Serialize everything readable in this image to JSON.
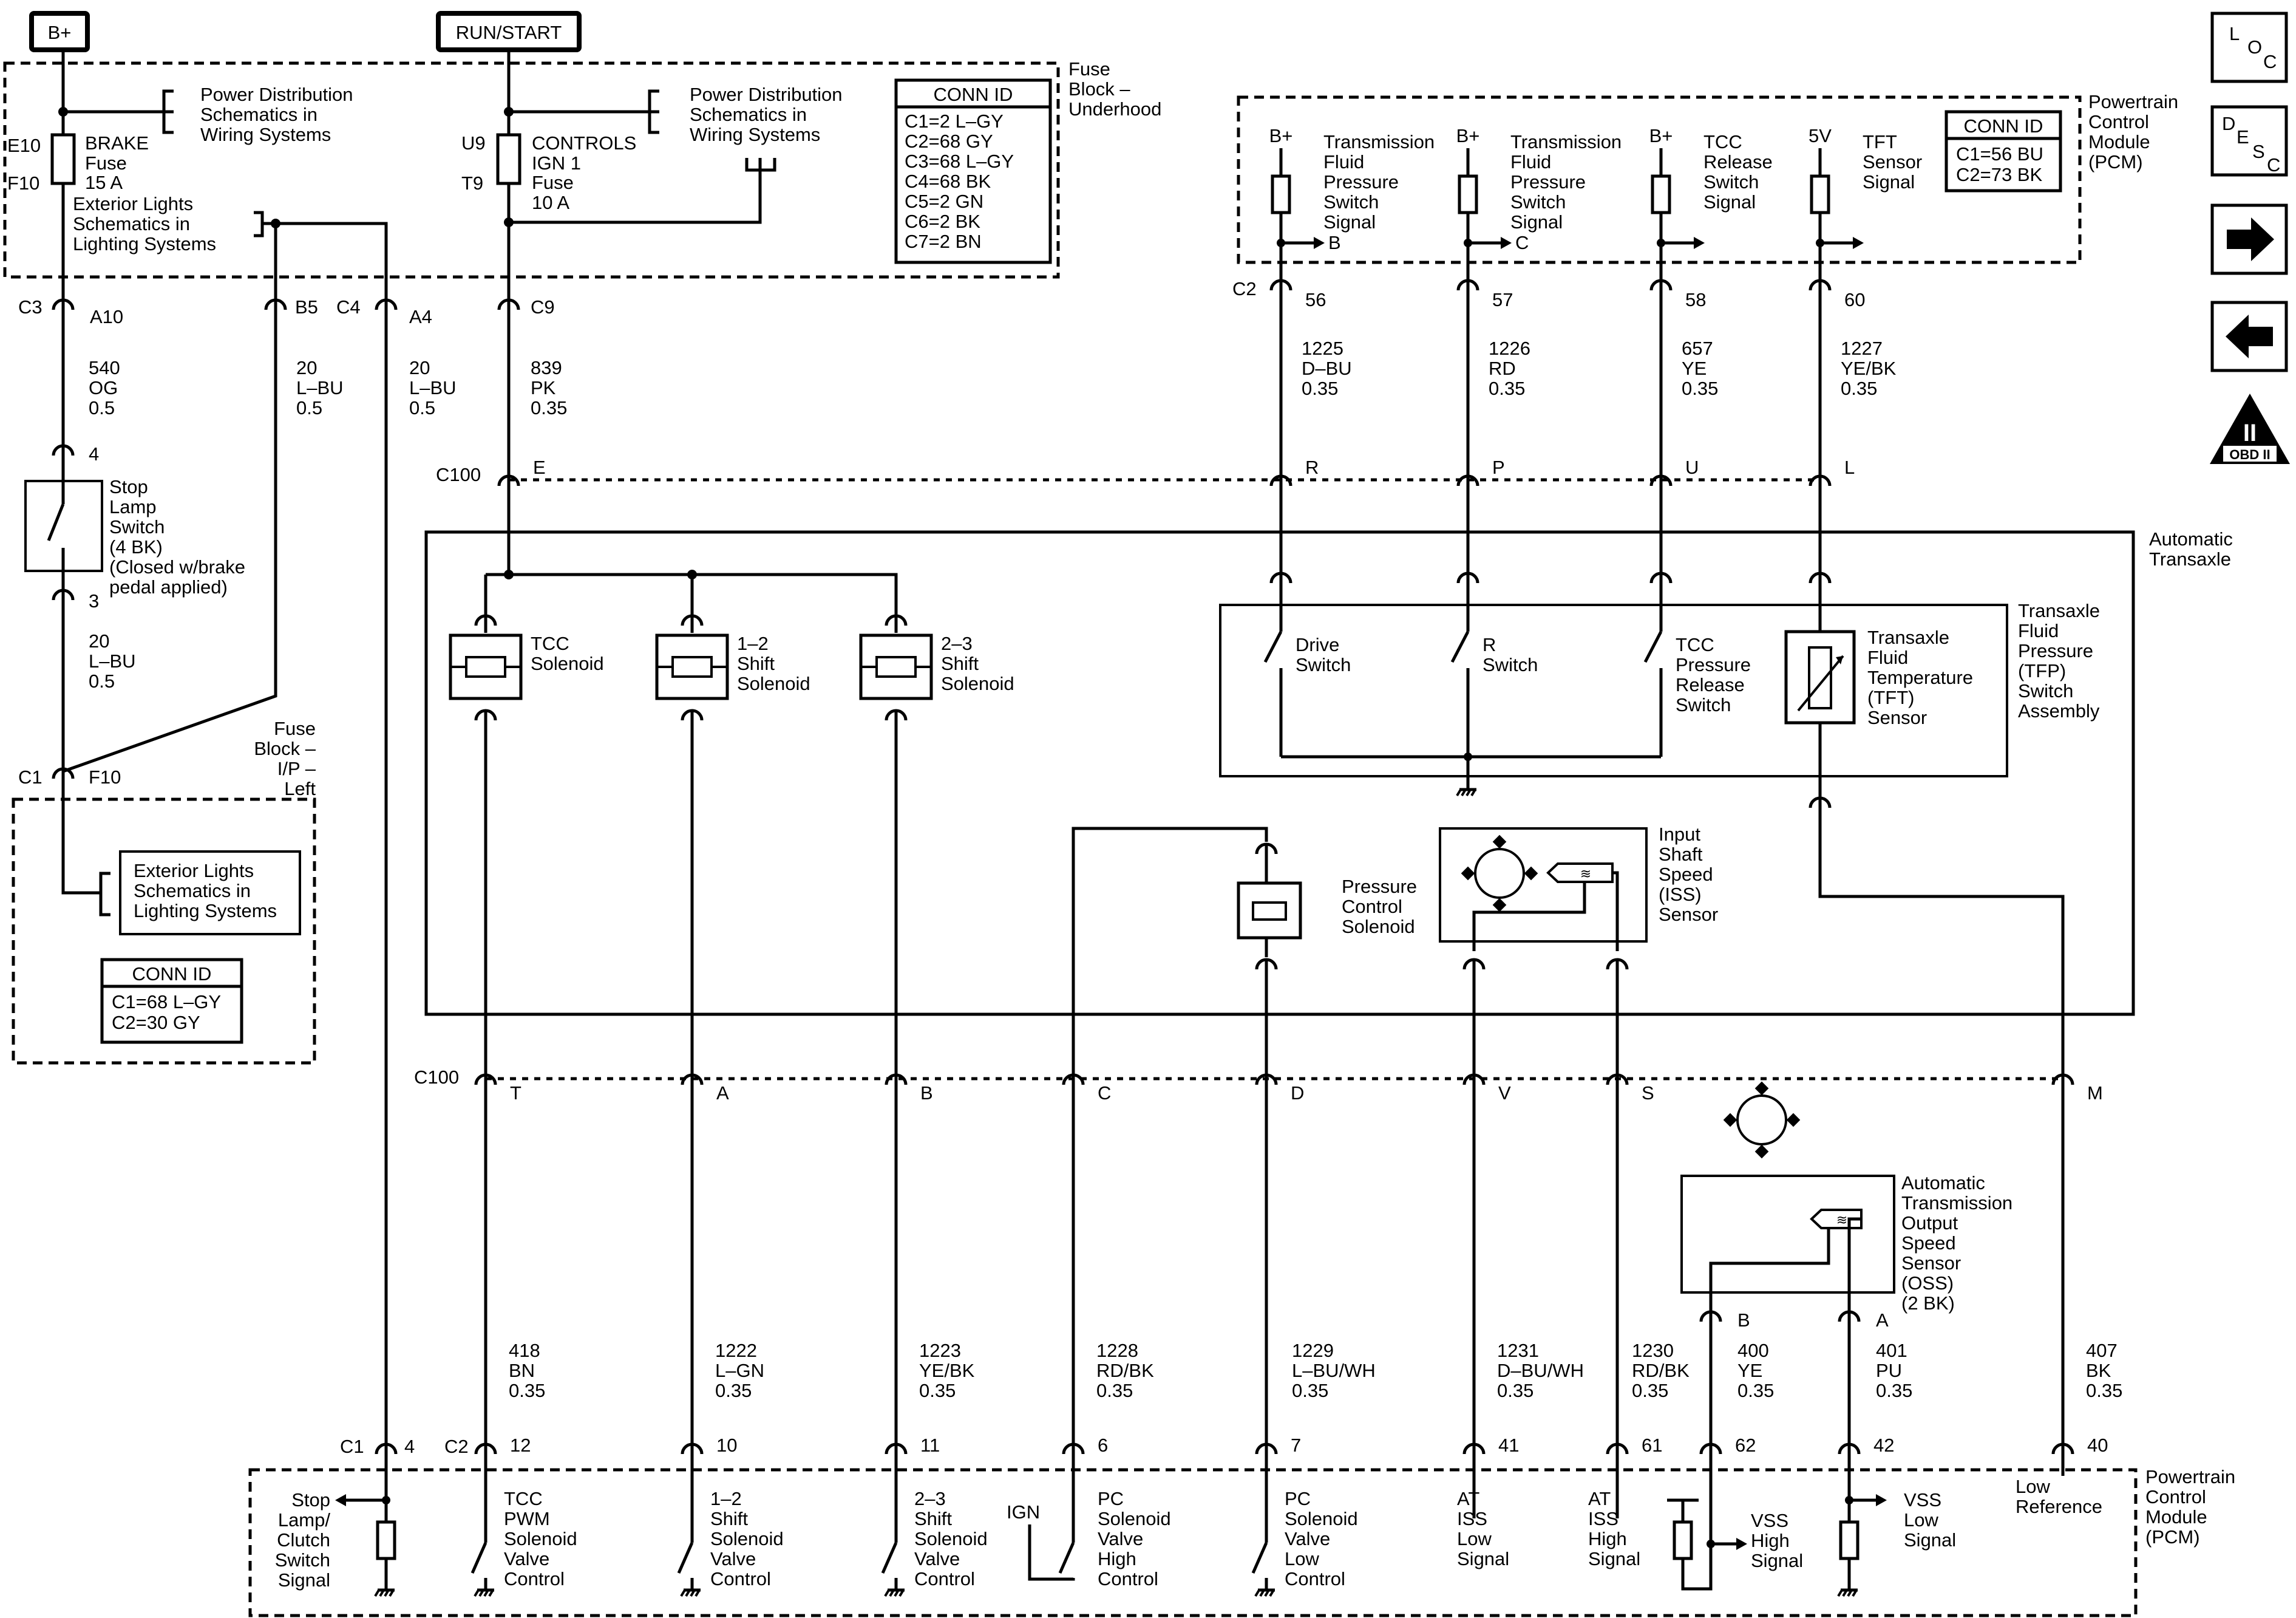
{
  "power": {
    "b_plus": "B+",
    "run_start": "RUN/START"
  },
  "nav": {
    "loc": [
      "L",
      "O",
      "C"
    ],
    "desc": [
      "D",
      "E",
      "S",
      "C"
    ],
    "obd_roman": "II",
    "obd_label": "OBD II",
    "next_icon": "arrow-right-icon",
    "prev_icon": "arrow-left-icon"
  },
  "fuse_block_underhood": {
    "label": [
      "Fuse",
      "Block –",
      "Underhood"
    ],
    "brake_fuse": {
      "pins": [
        "E10",
        "F10"
      ],
      "label": [
        "BRAKE",
        "Fuse",
        "15 A"
      ]
    },
    "controls_fuse": {
      "pins": [
        "U9",
        "T9"
      ],
      "label": [
        "CONTROLS",
        "IGN 1",
        "Fuse",
        "10 A"
      ]
    },
    "power_dist_ref_1": [
      "Power Distribution",
      "Schematics in",
      "Wiring Systems"
    ],
    "power_dist_ref_2": [
      "Power Distribution",
      "Schematics in",
      "Wiring Systems"
    ],
    "ext_lights_ref": [
      "Exterior Lights",
      "Schematics in",
      "Lighting Systems"
    ],
    "conn_id": {
      "title": "CONN ID",
      "rows": [
        "C1=2 L–GY",
        "C2=68 GY",
        "C3=68 L–GY",
        "C4=68 BK",
        "C5=2 GN",
        "C6=2 BK",
        "C7=2 BN"
      ]
    }
  },
  "upper_left_connectors": {
    "c3": "C3",
    "a10": "A10",
    "b5": "B5",
    "c4": "C4",
    "a4": "A4",
    "c9": "C9"
  },
  "wires_upper_left": [
    {
      "circuit": "540",
      "color": "OG",
      "size": "0.5"
    },
    {
      "circuit": "20",
      "color": "L–BU",
      "size": "0.5"
    },
    {
      "circuit": "20",
      "color": "L–BU",
      "size": "0.5"
    },
    {
      "circuit": "839",
      "color": "PK",
      "size": "0.35"
    }
  ],
  "stop_lamp_switch": {
    "pin_top": "4",
    "pin_bottom": "3",
    "label": [
      "Stop",
      "Lamp",
      "Switch",
      "(4 BK)",
      "(Closed w/brake",
      "pedal applied)"
    ]
  },
  "wire_stop_lamp_lower": {
    "circuit": "20",
    "color": "L–BU",
    "size": "0.5"
  },
  "fuse_block_ip": {
    "label": [
      "Fuse",
      "Block –",
      "I/P –",
      "Left"
    ],
    "c1": "C1",
    "f10": "F10",
    "ext_lights_ref": [
      "Exterior Lights",
      "Schematics in",
      "Lighting Systems"
    ],
    "conn_id": {
      "title": "CONN ID",
      "rows": [
        "C1=68 L–GY",
        "C2=30 GY"
      ]
    }
  },
  "pcm_top": {
    "label": [
      "Powertrain",
      "Control",
      "Module",
      "(PCM)"
    ],
    "conn_id": {
      "title": "CONN ID",
      "rows": [
        "C1=56 BU",
        "C2=73 BK"
      ]
    },
    "c2": "C2",
    "signals": [
      {
        "supply": "B+",
        "name": [
          "Transmission",
          "Fluid",
          "Pressure",
          "Switch",
          "Signal"
        ],
        "arrow_label": "B",
        "pin": "56"
      },
      {
        "supply": "B+",
        "name": [
          "Transmission",
          "Fluid",
          "Pressure",
          "Switch",
          "Signal"
        ],
        "arrow_label": "C",
        "pin": "57"
      },
      {
        "supply": "B+",
        "name": [
          "TCC",
          "Release",
          "Switch",
          "Signal"
        ],
        "arrow_label": "",
        "pin": "58"
      },
      {
        "supply": "5V",
        "name": [
          "TFT",
          "Sensor",
          "Signal"
        ],
        "arrow_label": "",
        "pin": "60"
      }
    ]
  },
  "wires_upper_right": [
    {
      "circuit": "1225",
      "color": "D–BU",
      "size": "0.35"
    },
    {
      "circuit": "1226",
      "color": "RD",
      "size": "0.35"
    },
    {
      "circuit": "657",
      "color": "YE",
      "size": "0.35"
    },
    {
      "circuit": "1227",
      "color": "YE/BK",
      "size": "0.35"
    }
  ],
  "c100_top": {
    "name": "C100",
    "pins": [
      "E",
      "R",
      "P",
      "U",
      "L"
    ]
  },
  "automatic_transaxle": {
    "label": [
      "Automatic",
      "Transaxle"
    ],
    "solenoids": [
      {
        "name": [
          "TCC",
          "Solenoid"
        ]
      },
      {
        "name": [
          "1–2",
          "Shift",
          "Solenoid"
        ]
      },
      {
        "name": [
          "2–3",
          "Shift",
          "Solenoid"
        ]
      }
    ],
    "tfp_assembly": {
      "label": [
        "Transaxle",
        "Fluid",
        "Pressure",
        "(TFP)",
        "Switch",
        "Assembly"
      ],
      "switches": [
        [
          "Drive",
          "Switch"
        ],
        [
          "R",
          "Switch"
        ],
        [
          "TCC",
          "Pressure",
          "Release",
          "Switch"
        ]
      ],
      "tft_sensor": [
        "Transaxle",
        "Fluid",
        "Temperature",
        "(TFT)",
        "Sensor"
      ]
    },
    "pc_solenoid": [
      "Pressure",
      "Control",
      "Solenoid"
    ],
    "iss_sensor": [
      "Input",
      "Shaft",
      "Speed",
      "(ISS)",
      "Sensor"
    ]
  },
  "c100_bottom": {
    "name": "C100",
    "pins": [
      "T",
      "A",
      "B",
      "C",
      "D",
      "V",
      "S",
      "M"
    ]
  },
  "oss_sensor": {
    "label": [
      "Automatic",
      "Transmission",
      "Output",
      "Speed",
      "Sensor",
      "(OSS)",
      "(2 BK)"
    ],
    "pin_b": "B",
    "pin_a": "A"
  },
  "wires_lower": [
    {
      "circuit": "418",
      "color": "BN",
      "size": "0.35"
    },
    {
      "circuit": "1222",
      "color": "L–GN",
      "size": "0.35"
    },
    {
      "circuit": "1223",
      "color": "YE/BK",
      "size": "0.35"
    },
    {
      "circuit": "1228",
      "color": "RD/BK",
      "size": "0.35"
    },
    {
      "circuit": "1229",
      "color": "L–BU/WH",
      "size": "0.35"
    },
    {
      "circuit": "1231",
      "color": "D–BU/WH",
      "size": "0.35"
    },
    {
      "circuit": "1230",
      "color": "RD/BK",
      "size": "0.35"
    },
    {
      "circuit": "400",
      "color": "YE",
      "size": "0.35"
    },
    {
      "circuit": "401",
      "color": "PU",
      "size": "0.35"
    },
    {
      "circuit": "407",
      "color": "BK",
      "size": "0.35"
    }
  ],
  "pcm_bottom": {
    "label": [
      "Powertrain",
      "Control",
      "Module",
      "(PCM)"
    ],
    "c1": "C1",
    "c1_pin": "4",
    "c2": "C2",
    "pins": [
      "12",
      "10",
      "11",
      "6",
      "7",
      "41",
      "61",
      "62",
      "42",
      "40"
    ],
    "ign": "IGN",
    "signals": [
      [
        "Stop",
        "Lamp/",
        "Clutch",
        "Switch",
        "Signal"
      ],
      [
        "TCC",
        "PWM",
        "Solenoid",
        "Valve",
        "Control"
      ],
      [
        "1–2",
        "Shift",
        "Solenoid",
        "Valve",
        "Control"
      ],
      [
        "2–3",
        "Shift",
        "Solenoid",
        "Valve",
        "Control"
      ],
      [
        "PC",
        "Solenoid",
        "Valve",
        "High",
        "Control"
      ],
      [
        "PC",
        "Solenoid",
        "Valve",
        "Low",
        "Control"
      ],
      [
        "AT",
        "ISS",
        "Low",
        "Signal"
      ],
      [
        "AT",
        "ISS",
        "High",
        "Signal"
      ],
      [
        "VSS",
        "High",
        "Signal"
      ],
      [
        "VSS",
        "Low",
        "Signal"
      ],
      [
        "Low",
        "Reference"
      ]
    ]
  }
}
